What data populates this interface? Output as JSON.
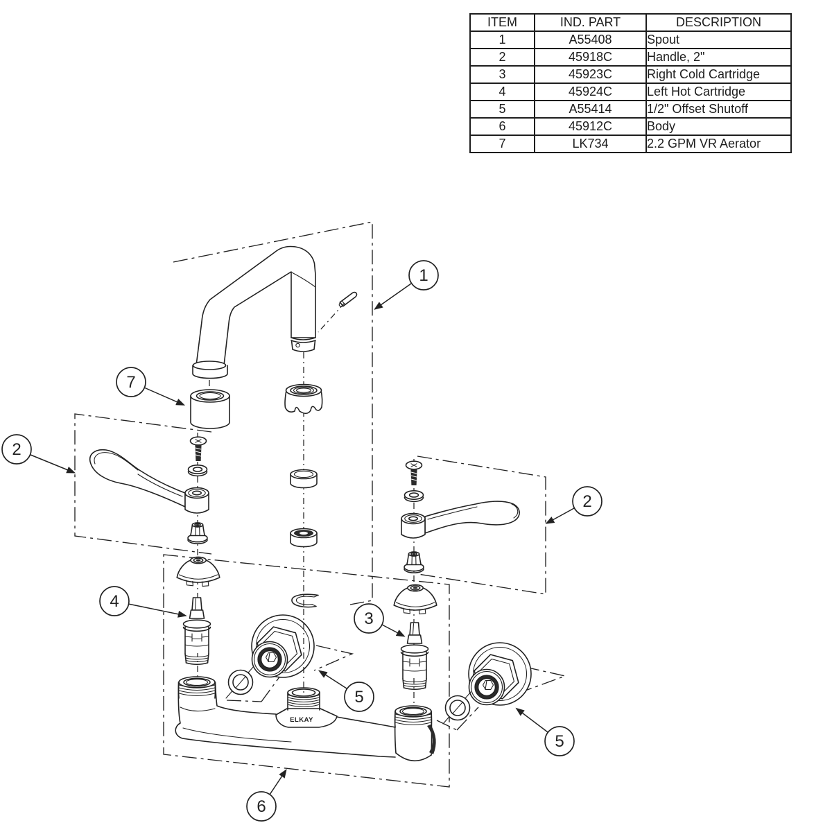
{
  "page": {
    "background_color": "#ffffff",
    "line_color": "#222222"
  },
  "parts_table": {
    "headers": [
      "ITEM",
      "IND. PART",
      "DESCRIPTION"
    ],
    "rows": [
      [
        "1",
        "A55408",
        "Spout"
      ],
      [
        "2",
        "45918C",
        "Handle, 2\""
      ],
      [
        "3",
        "45923C",
        "Right Cold Cartridge"
      ],
      [
        "4",
        "45924C",
        "Left Hot Cartridge"
      ],
      [
        "5",
        "A55414",
        "1/2\" Offset Shutoff"
      ],
      [
        "6",
        "45912C",
        "Body"
      ],
      [
        "7",
        "LK734",
        "2.2 GPM VR Aerator"
      ]
    ]
  },
  "diagram": {
    "brand_label": "ELKAY",
    "callouts": {
      "spout": "1",
      "aerator": "7",
      "left_handle": "2",
      "right_handle": "2",
      "left_cartridge": "4",
      "right_cartridge": "3",
      "left_shutoff": "5",
      "right_shutoff": "5",
      "body": "6"
    }
  }
}
